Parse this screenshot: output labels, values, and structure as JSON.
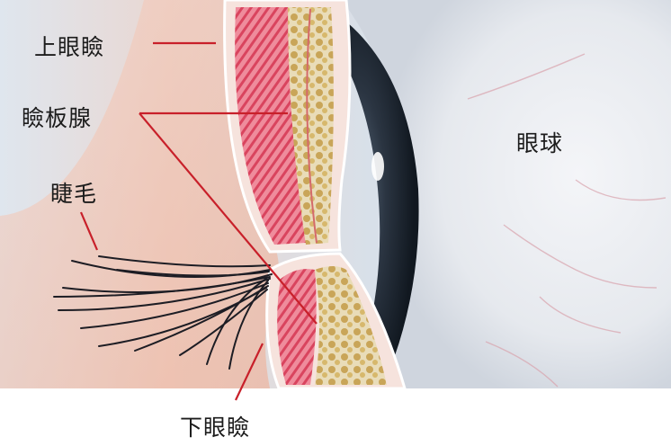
{
  "labels": {
    "upper_eyelid": "上眼瞼",
    "meibomian_gland": "瞼板腺",
    "eyelash": "睫毛",
    "eyeball": "眼球",
    "lower_eyelid": "下眼瞼"
  },
  "colors": {
    "leader_line": "#c8202a",
    "eyelid_tissue": "#e87888",
    "gland": "#c9a860",
    "iris": "#2a3440",
    "sclera": "#eef0f3",
    "skin": "#f3b9a2"
  },
  "icons": [
    "eyelash-illustration",
    "eyeball-illustration",
    "eyelid-cross-section"
  ]
}
